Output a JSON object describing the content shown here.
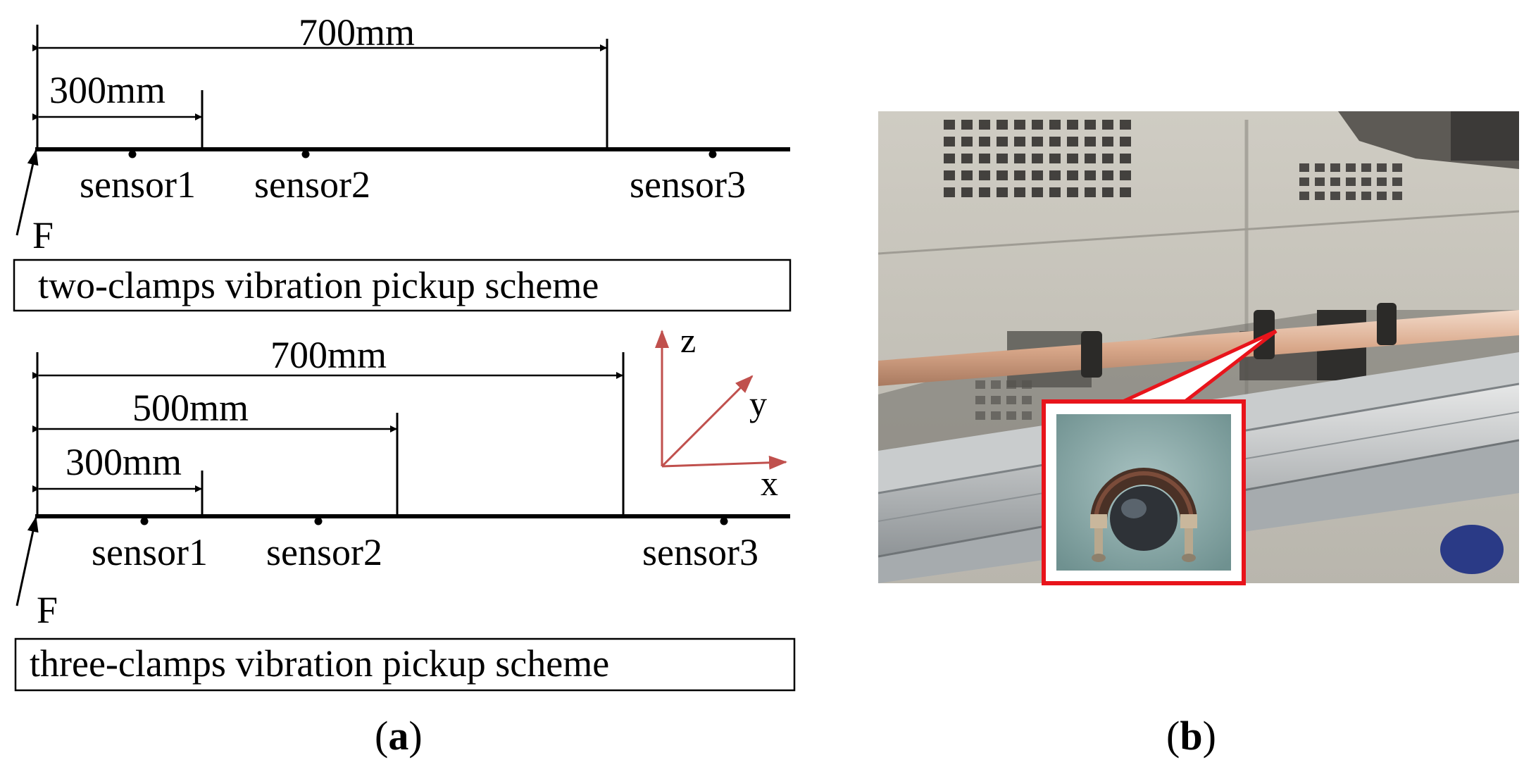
{
  "panel_a": {
    "label_letter": "a",
    "two_clamps": {
      "dimensions": [
        "700mm",
        "300mm"
      ],
      "sensors": [
        "sensor1",
        "sensor2",
        "sensor3"
      ],
      "force": "F",
      "caption": "two-clamps vibration pickup scheme"
    },
    "three_clamps": {
      "dimensions": [
        "700mm",
        "500mm",
        "300mm"
      ],
      "sensors": [
        "sensor1",
        "sensor2",
        "sensor3"
      ],
      "force": "F",
      "caption": "three-clamps vibration pickup scheme"
    },
    "axes": {
      "z": "z",
      "y": "y",
      "x": "x",
      "color": "#c0504d"
    }
  },
  "panel_b": {
    "label_letter": "b",
    "callout_color": "#e8141b"
  }
}
